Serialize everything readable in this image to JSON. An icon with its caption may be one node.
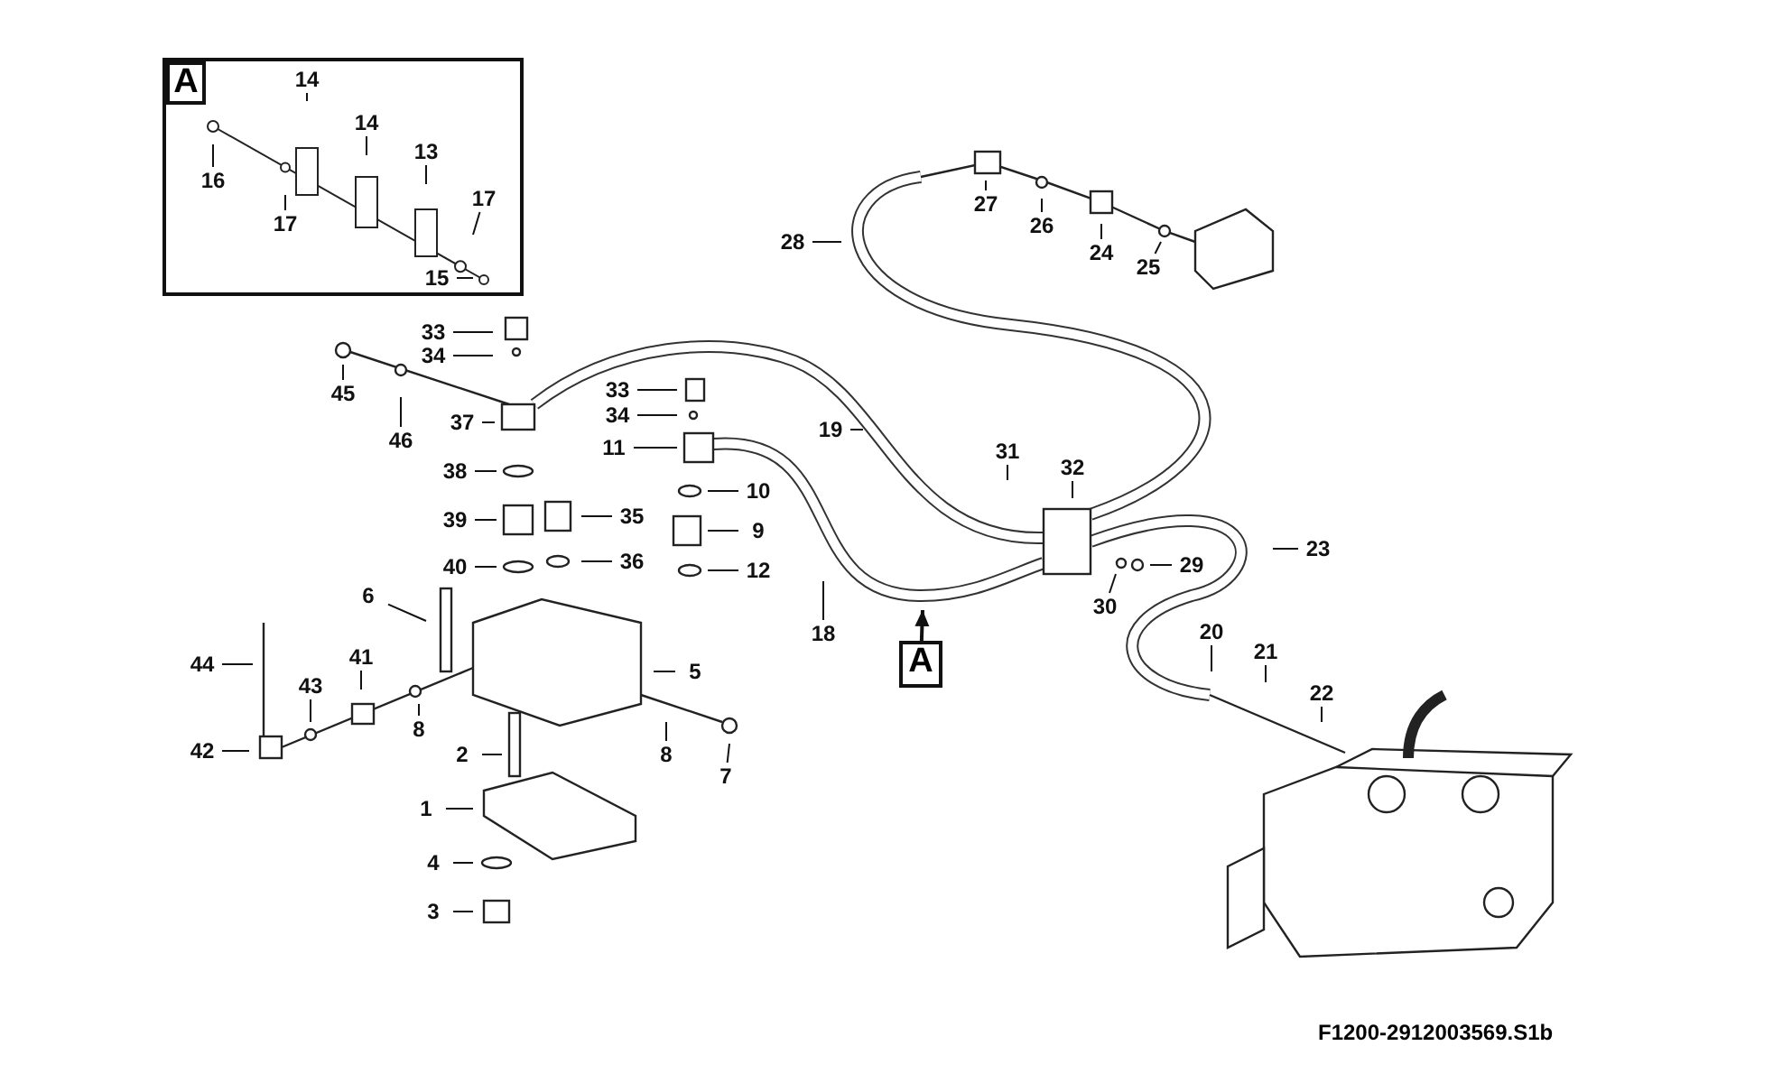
{
  "diagram": {
    "nodes": [
      {
        "text": [],
        "shape": "box"
      },
      {
        "text": [
          "A"
        ],
        "in": 0
      },
      {
        "text": [
          "16"
        ],
        "in": 0
      },
      {
        "text": [
          "17"
        ],
        "in": 0
      },
      {
        "text": [
          "14"
        ],
        "in": 0
      },
      {
        "text": [
          "14"
        ],
        "in": 0
      },
      {
        "text": [
          "13"
        ],
        "in": 0
      },
      {
        "text": [
          "17"
        ],
        "in": 0
      },
      {
        "text": [
          "15"
        ],
        "in": 0
      },
      {
        "text": [
          "27"
        ]
      },
      {
        "text": [
          "26"
        ]
      },
      {
        "text": [
          "28"
        ]
      },
      {
        "text": [
          "24"
        ]
      },
      {
        "text": [
          "25"
        ]
      },
      {
        "text": [
          "33"
        ]
      },
      {
        "text": [
          "34"
        ]
      },
      {
        "text": [
          "33"
        ]
      },
      {
        "text": [
          "45"
        ]
      },
      {
        "text": [
          "37"
        ]
      },
      {
        "text": [
          "46"
        ]
      },
      {
        "text": [
          "34"
        ]
      },
      {
        "text": [
          "31"
        ]
      },
      {
        "text": [
          "11"
        ]
      },
      {
        "text": [
          "38"
        ]
      },
      {
        "text": [
          "19"
        ]
      },
      {
        "text": [
          "32"
        ]
      },
      {
        "text": [
          "10"
        ]
      },
      {
        "text": [
          "35"
        ]
      },
      {
        "text": [
          "39"
        ]
      },
      {
        "text": [
          "9"
        ]
      },
      {
        "text": [
          "23"
        ]
      },
      {
        "text": [
          "36"
        ]
      },
      {
        "text": [
          "29"
        ]
      },
      {
        "text": [
          "12"
        ]
      },
      {
        "text": [
          "40"
        ]
      },
      {
        "text": [
          "30"
        ]
      },
      {
        "text": [
          "6"
        ]
      },
      {
        "text": [
          "18"
        ]
      },
      {
        "text": [
          "20"
        ]
      },
      {
        "text": [
          "21"
        ]
      },
      {
        "text": [
          "A"
        ]
      },
      {
        "text": [
          "8"
        ]
      },
      {
        "text": [
          "5"
        ]
      },
      {
        "text": [
          "44"
        ]
      },
      {
        "text": [
          "41"
        ]
      },
      {
        "text": [
          "22"
        ]
      },
      {
        "text": [
          "43"
        ]
      },
      {
        "text": [
          "2"
        ]
      },
      {
        "text": [
          "42"
        ]
      },
      {
        "text": [
          "8"
        ]
      },
      {
        "text": [
          "7"
        ]
      },
      {
        "text": [
          "1"
        ]
      },
      {
        "text": [
          "4"
        ]
      },
      {
        "text": [
          "3"
        ]
      }
    ],
    "edges": [
      {
        "from": 2,
        "to": null,
        "arrow": "none"
      },
      {
        "from": 3,
        "to": null,
        "arrow": "none"
      },
      {
        "from": 4,
        "to": null,
        "arrow": "none"
      },
      {
        "from": 5,
        "to": null,
        "arrow": "none"
      },
      {
        "from": 6,
        "to": null,
        "arrow": "none"
      },
      {
        "from": 7,
        "to": null,
        "arrow": "none"
      },
      {
        "from": 8,
        "to": null,
        "arrow": "none"
      },
      {
        "from": 9,
        "to": null,
        "arrow": "none"
      },
      {
        "from": 10,
        "to": null,
        "arrow": "none"
      },
      {
        "from": 11,
        "to": null,
        "arrow": "none"
      },
      {
        "from": 12,
        "to": null,
        "arrow": "none"
      },
      {
        "from": 13,
        "to": null,
        "arrow": "none"
      },
      {
        "from": 14,
        "to": null,
        "arrow": "none"
      },
      {
        "from": 15,
        "to": null,
        "arrow": "none"
      },
      {
        "from": 16,
        "to": null,
        "arrow": "none"
      },
      {
        "from": 17,
        "to": null,
        "arrow": "none"
      },
      {
        "from": 18,
        "to": null,
        "arrow": "none"
      },
      {
        "from": 19,
        "to": null,
        "arrow": "none"
      },
      {
        "from": 20,
        "to": null,
        "arrow": "none"
      },
      {
        "from": 21,
        "to": null,
        "arrow": "none"
      },
      {
        "from": 22,
        "to": null,
        "arrow": "none"
      },
      {
        "from": 23,
        "to": null,
        "arrow": "none"
      },
      {
        "from": 24,
        "to": null,
        "arrow": "none"
      },
      {
        "from": 25,
        "to": null,
        "arrow": "none"
      },
      {
        "from": 26,
        "to": null,
        "arrow": "none"
      },
      {
        "from": 27,
        "to": null,
        "arrow": "none"
      },
      {
        "from": 28,
        "to": null,
        "arrow": "none"
      },
      {
        "from": 29,
        "to": null,
        "arrow": "none"
      },
      {
        "from": 30,
        "to": null,
        "arrow": "none"
      },
      {
        "from": 31,
        "to": null,
        "arrow": "none"
      },
      {
        "from": 32,
        "to": null,
        "arrow": "none"
      },
      {
        "from": 33,
        "to": null,
        "arrow": "none"
      },
      {
        "from": 34,
        "to": null,
        "arrow": "none"
      },
      {
        "from": 35,
        "to": null,
        "arrow": "none"
      },
      {
        "from": 36,
        "to": null,
        "arrow": "none"
      },
      {
        "from": 37,
        "to": null,
        "arrow": "none"
      },
      {
        "from": 38,
        "to": null,
        "arrow": "none"
      },
      {
        "from": 39,
        "to": null,
        "arrow": "none"
      },
      {
        "from": 40,
        "to": null,
        "arrow": "to"
      },
      {
        "from": 41,
        "to": null,
        "arrow": "none"
      },
      {
        "from": 42,
        "to": null,
        "arrow": "none"
      },
      {
        "from": 43,
        "to": null,
        "arrow": "none"
      },
      {
        "from": 44,
        "to": null,
        "arrow": "none"
      },
      {
        "from": 45,
        "to": null,
        "arrow": "none"
      },
      {
        "from": 46,
        "to": null,
        "arrow": "none"
      },
      {
        "from": 47,
        "to": null,
        "arrow": "none"
      },
      {
        "from": 48,
        "to": null,
        "arrow": "none"
      },
      {
        "from": 49,
        "to": null,
        "arrow": "none"
      },
      {
        "from": 50,
        "to": null,
        "arrow": "none"
      },
      {
        "from": 51,
        "to": null,
        "arrow": "none"
      },
      {
        "from": 52,
        "to": null,
        "arrow": "none"
      },
      {
        "from": 53,
        "to": null,
        "arrow": "none"
      }
    ],
    "labels": [
      "F1200-2912003569.S1b"
    ]
  }
}
